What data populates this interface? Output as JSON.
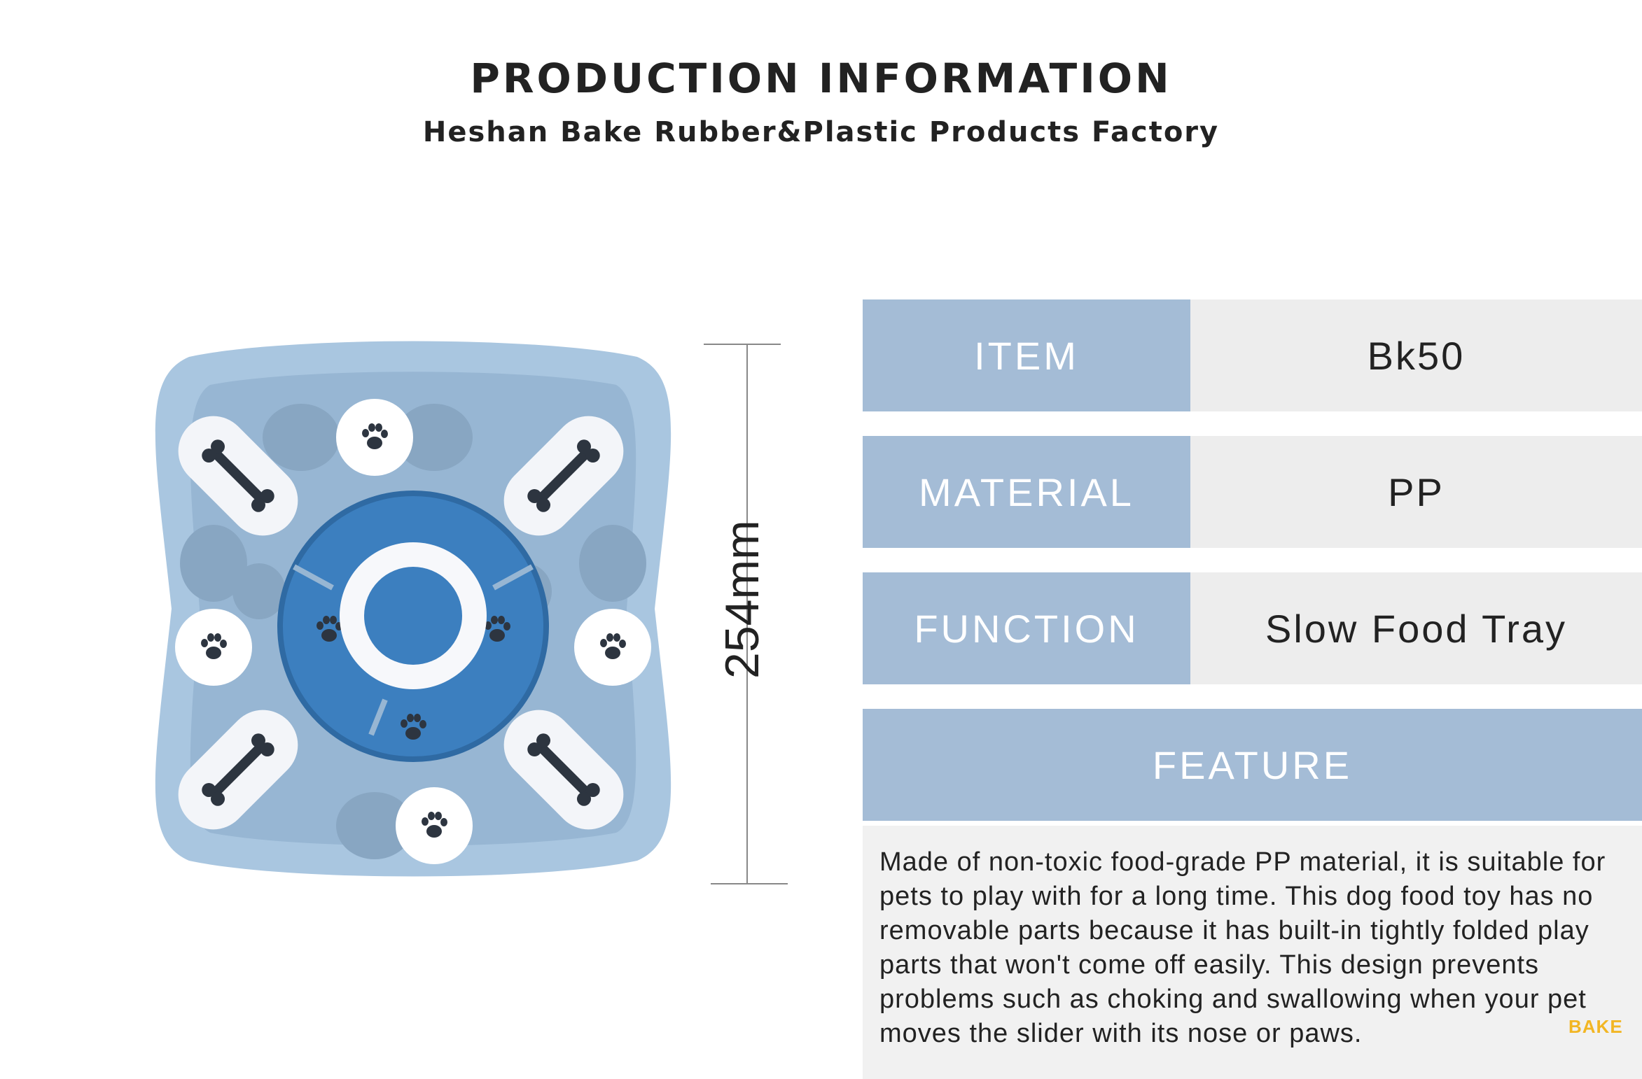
{
  "header": {
    "title": "PRODUCTION INFORMATION",
    "subtitle": "Heshan Bake Rubber&Plastic Products Factory"
  },
  "dimension": {
    "label": "254mm"
  },
  "specs": [
    {
      "key": "ITEM",
      "value": "Bk50"
    },
    {
      "key": "MATERIAL",
      "value": "PP"
    },
    {
      "key": "FUNCTION",
      "value": "Slow Food Tray"
    }
  ],
  "feature": {
    "heading": "FEATURE",
    "text": "Made of non-toxic food-grade PP material, it is suitable for pets to play with for a long time. This dog food toy has no removable parts because it has built-in tightly folded play parts that won't come off easily. This design prevents problems such as choking and swallowing when your pet moves the slider with its nose or paws."
  },
  "brand": {
    "mark": "BAKE"
  },
  "colors": {
    "header_cell": "#a4bcd6",
    "value_cell": "#ededed",
    "toy_body": "#a9c6e0",
    "toy_accent": "#3c7fbf",
    "brand_mark": "#f2b624"
  },
  "icons": [
    "paw-icon",
    "bone-icon"
  ]
}
